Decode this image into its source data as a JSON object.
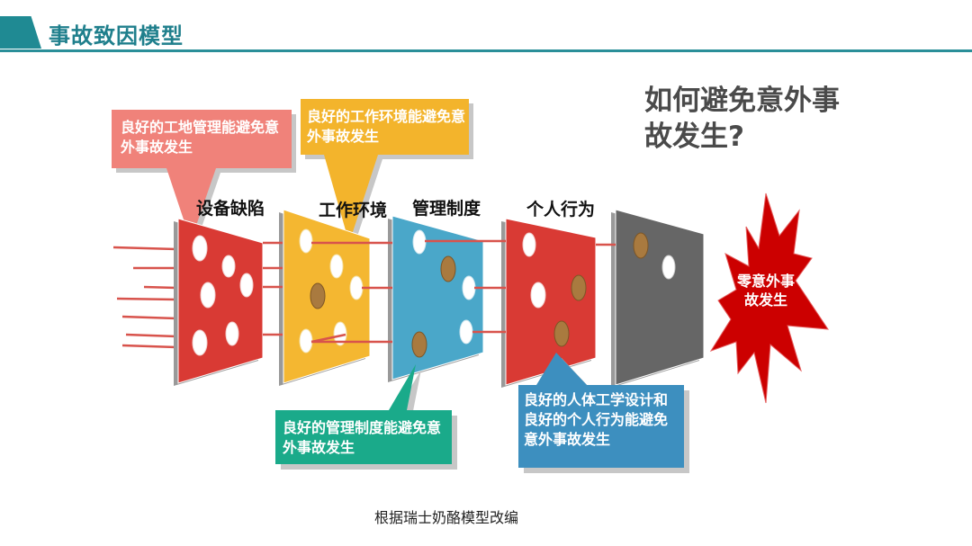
{
  "header": {
    "title": "事故致因模型"
  },
  "question": "如何避免意外事故发生?",
  "layers": [
    {
      "label": "设备缺陷"
    },
    {
      "label": "工作环境"
    },
    {
      "label": "管理制度"
    },
    {
      "label": "个人行为"
    }
  ],
  "callouts": [
    {
      "text": "良好的工地管理能避免意外事故发生",
      "color": "#f0827a"
    },
    {
      "text": "良好的工作环境能避免意外事故发生",
      "color": "#f3b42c"
    },
    {
      "text": "良好的管理制度能避免意外事故发生",
      "color": "#1aaa8a"
    },
    {
      "text": "良好的人体工学设计和良好的个人行为能避免意外事故发生",
      "color": "#3d8fbf"
    }
  ],
  "outcome": "零意外事故发生",
  "caption": "根据瑞士奶酪模型改编",
  "colors": {
    "accent": "#1f8a93",
    "slice1": "#d93a34",
    "slice2": "#f4b731",
    "slice3": "#4aa7c9",
    "slice4": "#d93a34",
    "slice5": "#666666",
    "burst": "#cc0000"
  }
}
